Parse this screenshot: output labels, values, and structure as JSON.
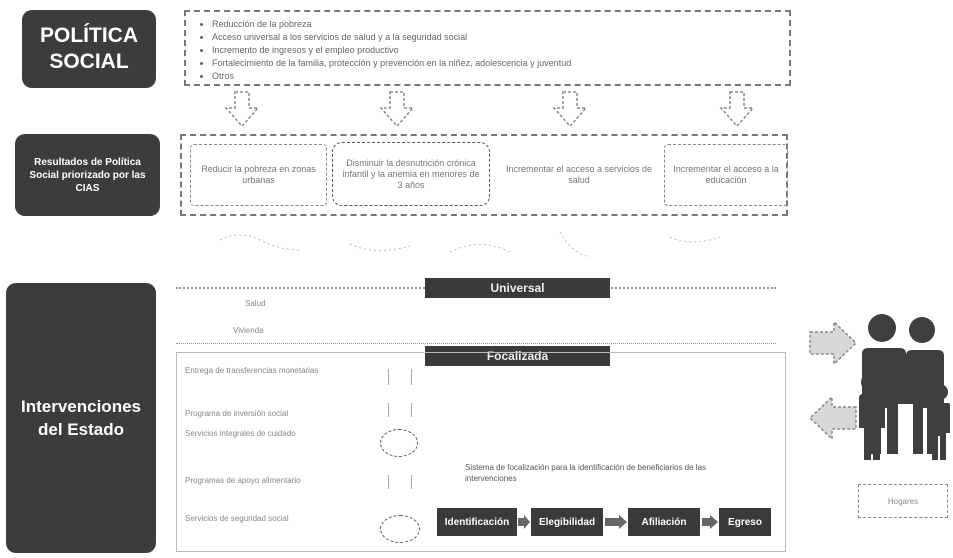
{
  "politica": {
    "title_line1": "POLÍTICA",
    "title_line2": "SOCIAL"
  },
  "policy_list": [
    "Reducción de la pobreza",
    "Acceso universal a los servicios de salud y a la seguridad social",
    "Incremento de ingresos y el empleo productivo",
    "Fortalecimiento de la familia, protección y prevención en la niñez, adolescencia y juventud",
    "Otros"
  ],
  "resultados": {
    "label": "Resultados de Política Social priorizado por las CIAS"
  },
  "results": [
    "Reducir la pobreza en zonas urbanas",
    "Disminuir la desnutrición crónica infantil y la anemia en menores de 3 años",
    "Incrementar el acceso a servicios de salud",
    "Incrementar el acceso a la educación"
  ],
  "intervenciones": {
    "label": "Intervenciones del Estado"
  },
  "universal": {
    "label": "Universal",
    "items": [
      "Salud",
      "Vivienda"
    ]
  },
  "focalizada": {
    "label": "Focalizada"
  },
  "programs": [
    "Entrega de transferencias monetarias",
    "Programa de inversión social",
    "Servicios integrales de cuidado",
    "Programas de apoyo alimentario",
    "Servicios de seguridad social"
  ],
  "middle_text": "Sistema de focalización para la identificación de beneficiarios de las intervenciones",
  "steps": [
    "Identificación",
    "Elegibilidad",
    "Afiliación",
    "Egreso"
  ],
  "family_caption": "Hogares"
}
